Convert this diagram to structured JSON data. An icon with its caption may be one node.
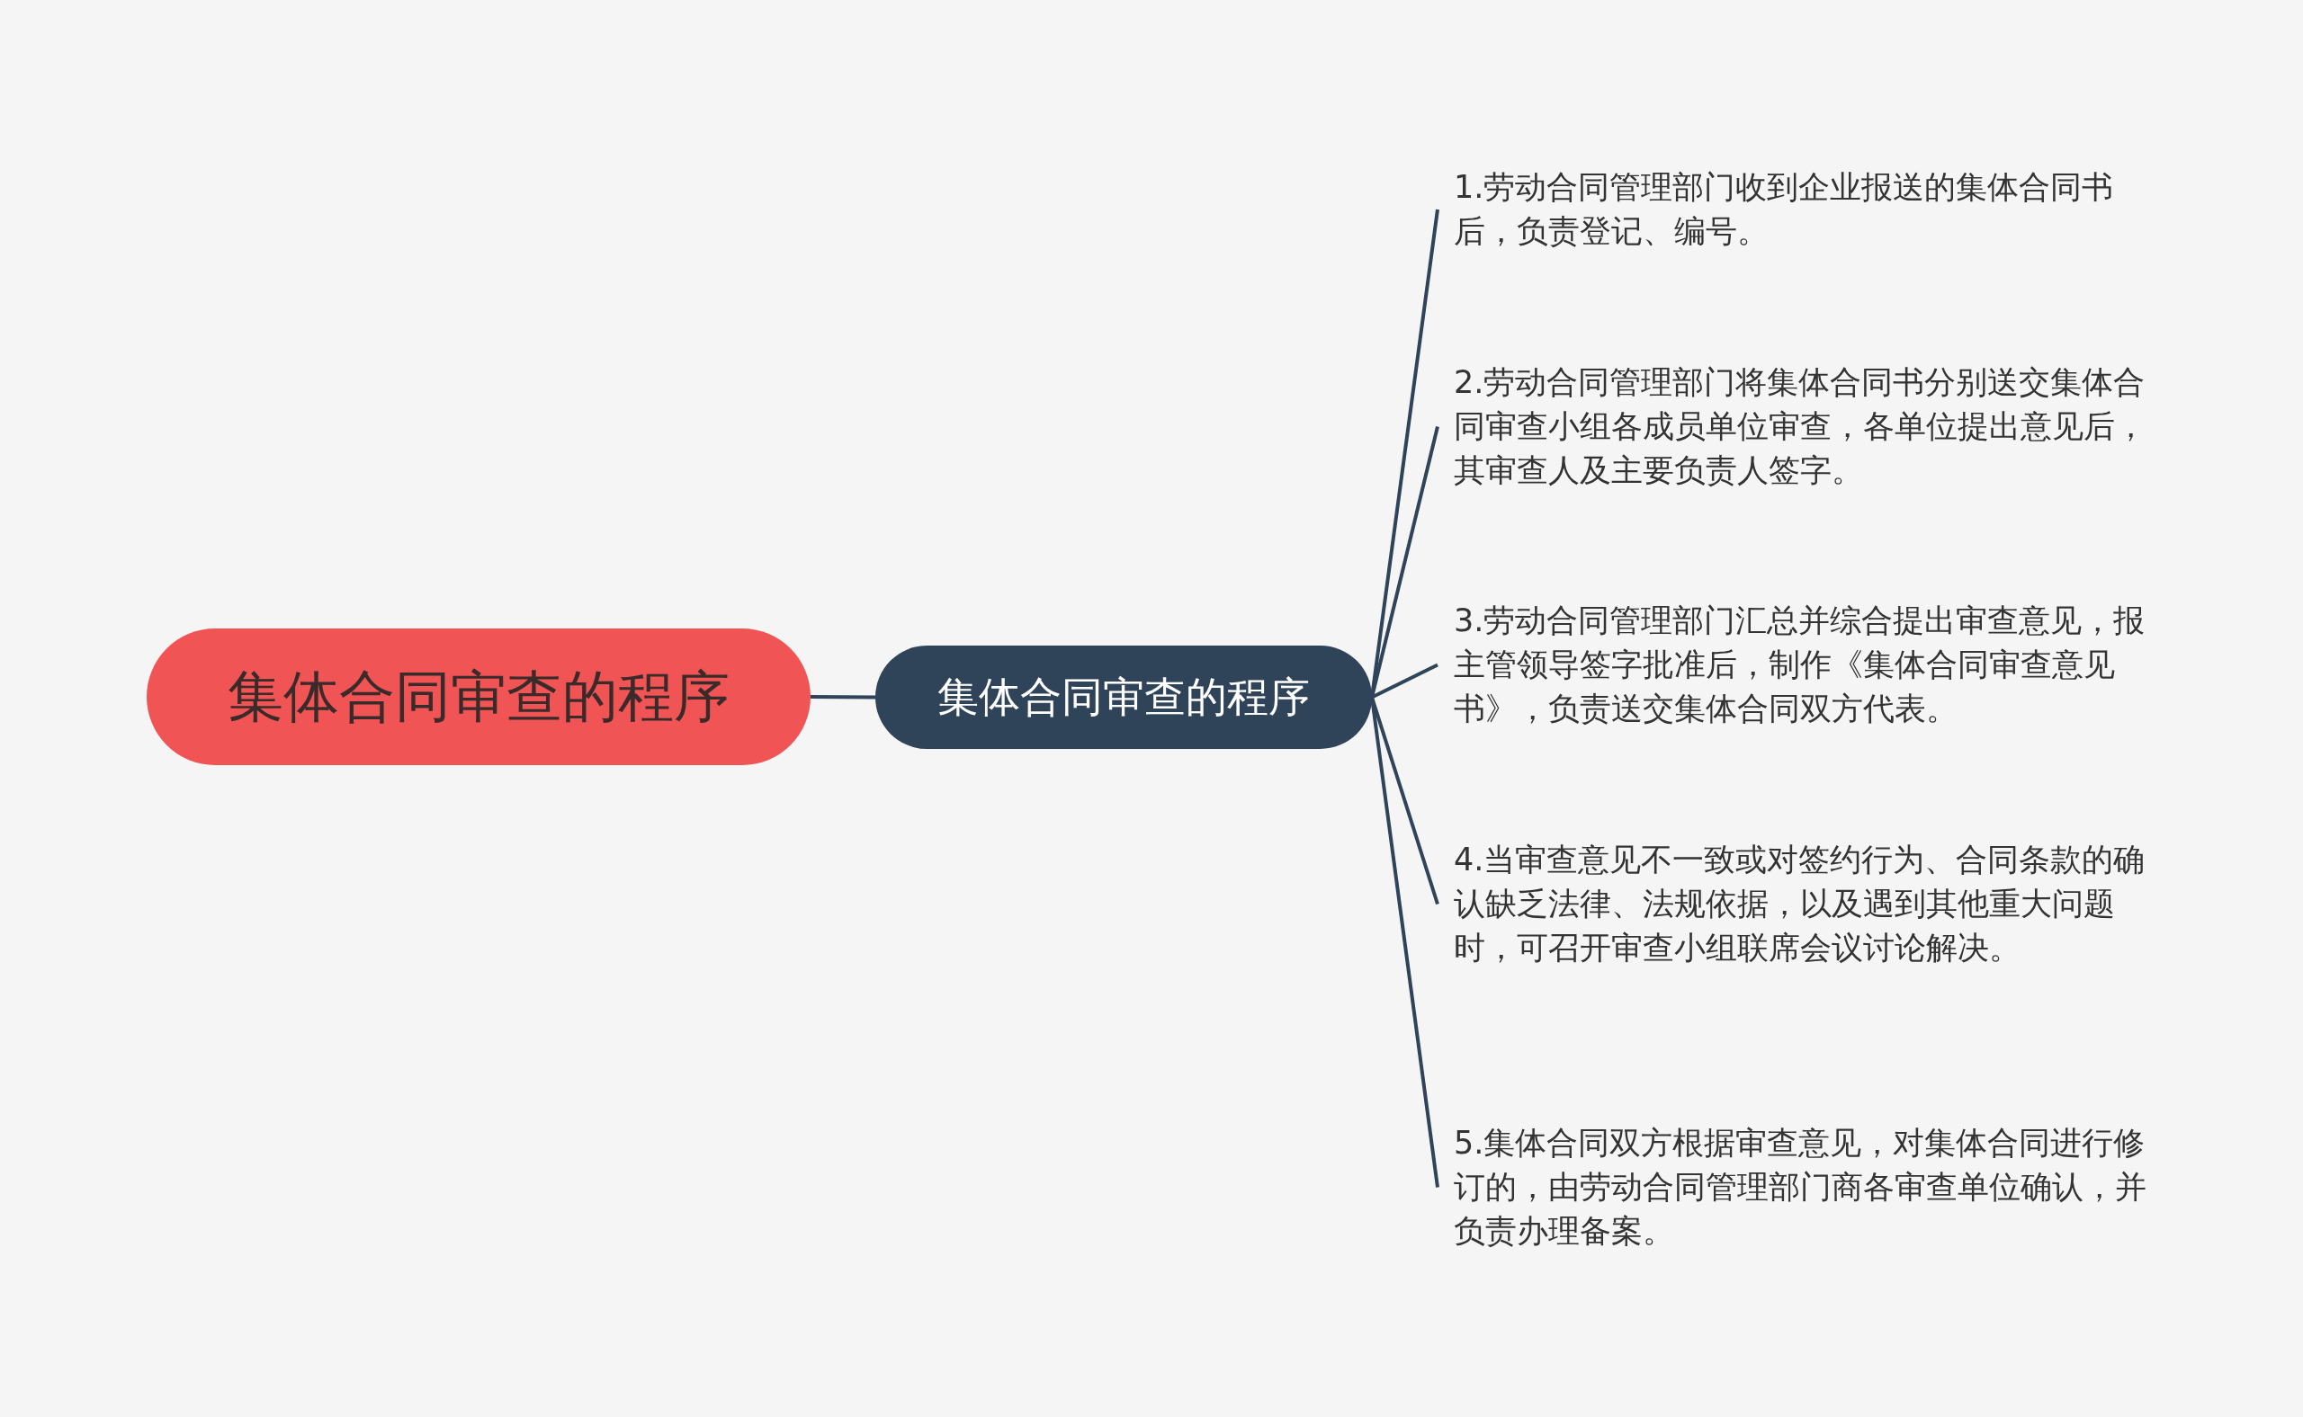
{
  "diagram": {
    "nodes": [
      {
        "text": [
          "集体合同审查的程序"
        ]
      },
      {
        "text": [
          "集体合同审查的程序"
        ]
      },
      {
        "text": [
          "1.劳动合同管理部门收到企业报送的集体合同书后，负责登记、编号。"
        ]
      },
      {
        "text": [
          "2.劳动合同管理部门将集体合同书分别送交集体合同审查小组各成员单位审查，各单位提出意见后，其审查人及主要负责人签字。"
        ]
      },
      {
        "text": [
          "3.劳动合同管理部门汇总并综合提出审查意见，报主管领导签字批准后，制作《集体合同审查意见书》，负责送交集体合同双方代表。"
        ]
      },
      {
        "text": [
          "4.当审查意见不一致或对签约行为、合同条款的确认缺乏法律、法规依据，以及遇到其他重大问题时，可召开审查小组联席会议讨论解决。"
        ]
      },
      {
        "text": [
          "5.集体合同双方根据审查意见，对集体合同进行修订的，由劳动合同管理部门商各审查单位确认，并负责办理备案。"
        ]
      }
    ],
    "edges": [
      {
        "from": 0,
        "to": 1,
        "arrow": "none"
      },
      {
        "from": 1,
        "to": 2,
        "arrow": "none"
      },
      {
        "from": 1,
        "to": 3,
        "arrow": "none"
      },
      {
        "from": 1,
        "to": 4,
        "arrow": "none"
      },
      {
        "from": 1,
        "to": 5,
        "arrow": "none"
      },
      {
        "from": 1,
        "to": 6,
        "arrow": "none"
      }
    ]
  }
}
